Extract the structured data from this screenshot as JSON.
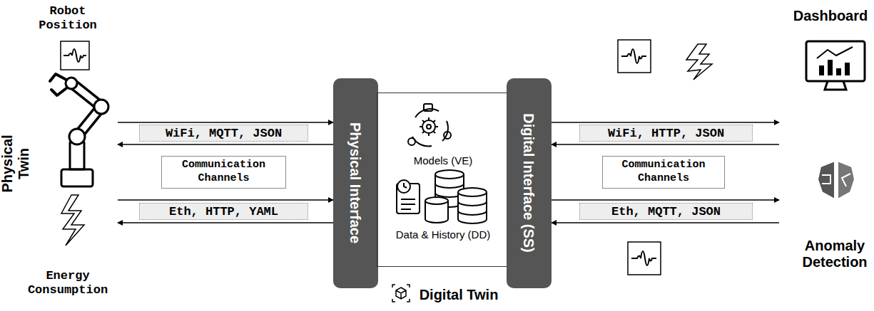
{
  "diagram": {
    "nodes": [
      {
        "text": [
          "Physical Twin"
        ]
      },
      {
        "text": [
          "WiFi, MQTT, JSON"
        ]
      },
      {
        "text": [
          "Communication Channels"
        ]
      },
      {
        "text": [
          "Eth, HTTP, YAML"
        ]
      },
      {
        "text": [
          "Physical Interface"
        ]
      },
      {
        "text": [
          "Models (VE)",
          "Data & History (DD)",
          "Digital Twin"
        ]
      },
      {
        "text": [
          "Digital Interface (SS)"
        ]
      },
      {
        "text": [
          "WiFi, HTTP, JSON"
        ]
      },
      {
        "text": [
          "Communication Channels"
        ]
      },
      {
        "text": [
          "Eth, MQTT, JSON"
        ]
      },
      {
        "text": [
          "Dashboard"
        ]
      },
      {
        "text": [
          "Anomaly Detection"
        ]
      }
    ],
    "edges": [
      {
        "from": 0,
        "to": 4,
        "arrow": "to"
      },
      {
        "from": 4,
        "to": 0,
        "arrow": "to"
      },
      {
        "from": 0,
        "to": 4,
        "arrow": "to"
      },
      {
        "from": 4,
        "to": 0,
        "arrow": "to"
      },
      {
        "from": 6,
        "to": 10,
        "arrow": "to"
      },
      {
        "from": 10,
        "to": 6,
        "arrow": "to"
      },
      {
        "from": 6,
        "to": 11,
        "arrow": "to"
      },
      {
        "from": 11,
        "to": 6,
        "arrow": "to"
      }
    ],
    "labels": [
      "Robot Position",
      "Energy Consumption"
    ]
  }
}
